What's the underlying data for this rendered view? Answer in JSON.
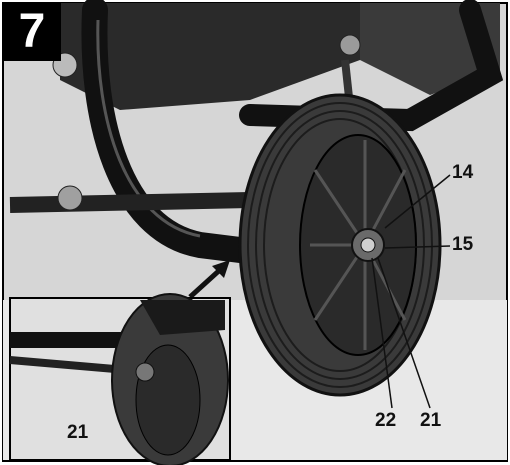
{
  "figure": {
    "step_number": "7",
    "callouts": {
      "part_14": "14",
      "part_15": "15",
      "part_22": "22",
      "part_21_main": "21",
      "part_21_inset": "21"
    }
  },
  "colors": {
    "frame": "#111111",
    "tire": "#3a3a3a",
    "rim": "#2a2a2a",
    "background_photo": "#cfcfcf"
  }
}
